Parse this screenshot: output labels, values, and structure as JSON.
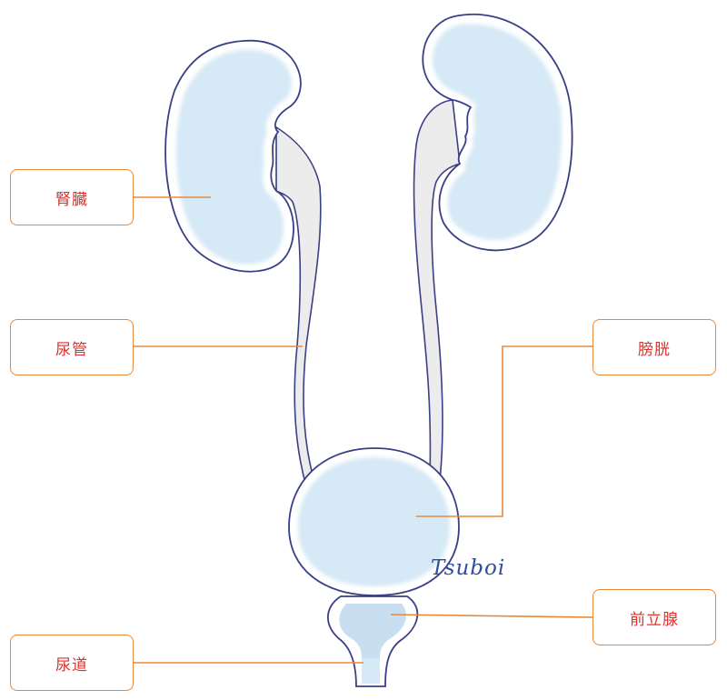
{
  "labels": {
    "kidney": "腎臓",
    "ureter": "尿管",
    "urethra": "尿道",
    "bladder": "膀胱",
    "prostate": "前立腺"
  },
  "signature": "Tsuboi",
  "colors": {
    "outline": "#3a3f86",
    "organ_fill": "#d6e9f6",
    "ureter_fill": "#ececec",
    "prostate_fill": "#c7dff0",
    "leader_line": "#e8893a",
    "label_border": "#e8893a",
    "label_text": "#e0302a",
    "signature_text": "#2e4f9a"
  }
}
